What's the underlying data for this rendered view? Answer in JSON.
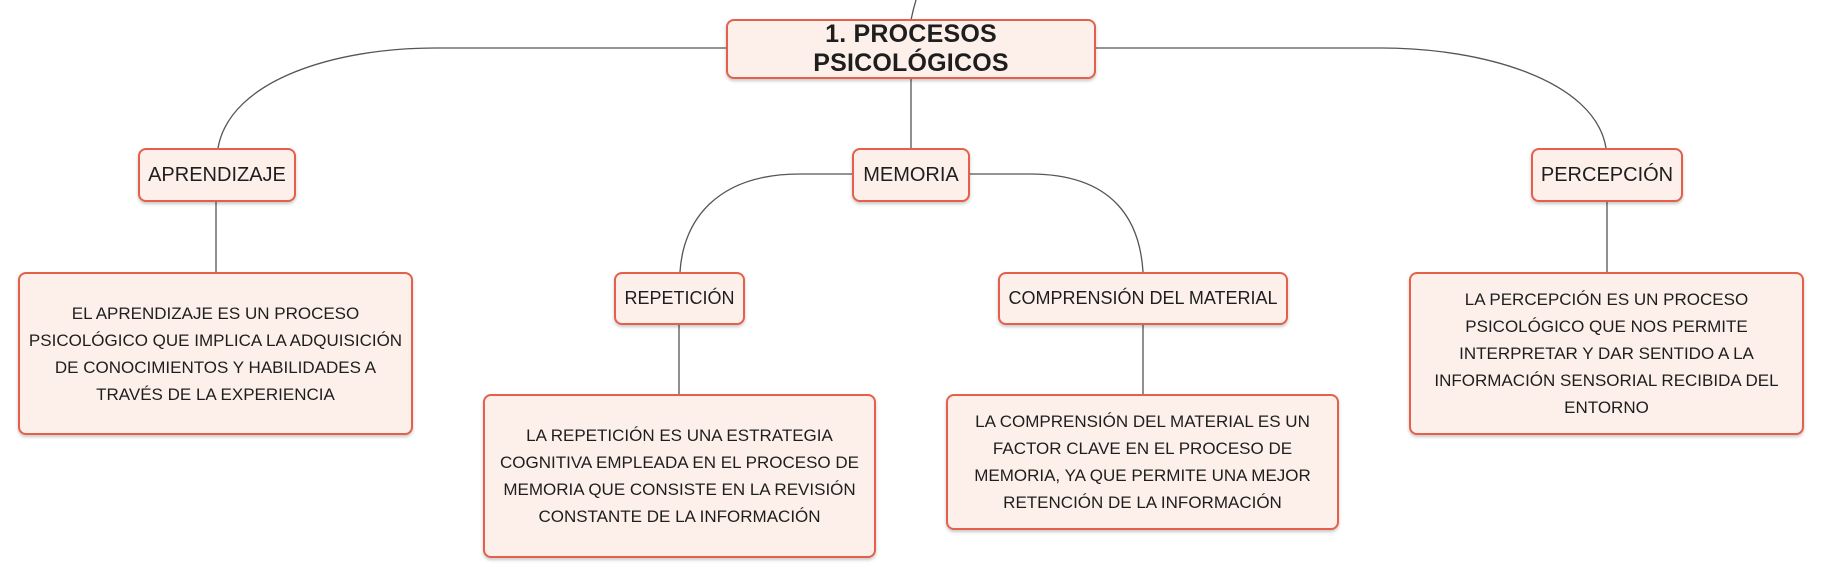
{
  "diagram": {
    "root": {
      "label": "1. PROCESOS PSICOLÓGICOS"
    },
    "topics": {
      "aprendizaje": {
        "label": "APRENDIZAJE",
        "description": "EL APRENDIZAJE ES UN PROCESO PSICOLÓGICO QUE IMPLICA LA ADQUISICIÓN DE CONOCIMIENTOS Y HABILIDADES A TRAVÉS DE LA EXPERIENCIA"
      },
      "memoria": {
        "label": "MEMORIA",
        "subtopics": {
          "repeticion": {
            "label": "REPETICIÓN",
            "description": "LA REPETICIÓN ES UNA ESTRATEGIA COGNITIVA EMPLEADA EN EL PROCESO DE MEMORIA QUE CONSISTE EN LA REVISIÓN CONSTANTE DE LA INFORMACIÓN"
          },
          "comprension": {
            "label": "COMPRENSIÓN DEL MATERIAL",
            "description": "LA COMPRENSIÓN DEL MATERIAL ES UN FACTOR CLAVE EN EL PROCESO DE MEMORIA, YA QUE PERMITE UNA MEJOR RETENCIÓN DE LA INFORMACIÓN"
          }
        }
      },
      "percepcion": {
        "label": "PERCEPCIÓN",
        "description": "LA PERCEPCIÓN ES UN PROCESO PSICOLÓGICO QUE NOS PERMITE INTERPRETAR Y DAR SENTIDO A LA INFORMACIÓN SENSORIAL RECIBIDA DEL ENTORNO"
      }
    },
    "colors": {
      "node_fill": "#fdf0ea",
      "node_border": "#e5604b",
      "connector": "#555555"
    }
  }
}
